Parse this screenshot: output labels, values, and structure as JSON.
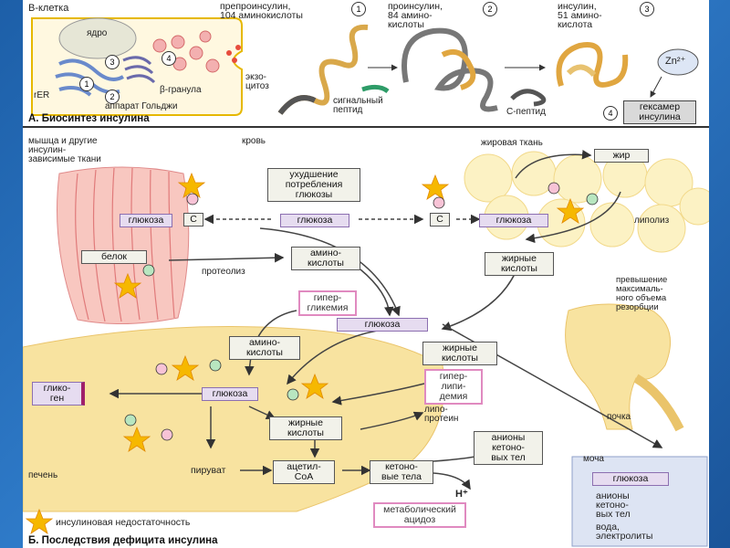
{
  "section_a": {
    "title": "А. Биосинтез инсулина",
    "b_cell": "В-клетка",
    "nucleus": "ядро",
    "rer": "rER",
    "golgi": "аппарат Гольджи",
    "beta_granule": "β-гранула",
    "exocytosis": "экзо-\nцитоз",
    "preproinsulin": "препроинсулин,\n104 аминокислоты",
    "proinsulin": "проинсулин,\n84 амино-\nкислоты",
    "insulin": "инсулин,\n51 амино-\nкислота",
    "signal_peptide": "сигнальный\nпептид",
    "c_peptide": "С-пептид",
    "zinc": "Zn²⁺",
    "hexamer": "гексамер\nинсулина",
    "steps": [
      "1",
      "2",
      "3",
      "4"
    ]
  },
  "section_b": {
    "title": "Б. Последствия дефицита инсулина",
    "muscle": "мышца и другие\nинсулин-\nзависимые ткани",
    "blood": "кровь",
    "fat_tissue": "жировая ткань",
    "impaired_uptake": "ухудшение\nпотребления\nглюкозы",
    "glucose": "глюкоза",
    "c_mark": "C",
    "protein": "белок",
    "proteolysis": "протеолиз",
    "amino_acids": "амино-\nкислоты",
    "fat": "жир",
    "lipolysis": "липолиз",
    "fatty_acids": "жирные\nкислоты",
    "hyperglycemia": "гипер-\nгликемия",
    "exceeding_resorption": "превышение\nмаксималь-\nного объема\nрезорбции",
    "glycogen": "глико-\nген",
    "hyperlipidemia": "гипер-\nлипи-\nдемия",
    "lipoprotein": "липо-\nпротеин",
    "kidney": "почка",
    "ketone_anions": "анионы\nкетоно-\nвых тел",
    "urine": "моча",
    "urine_items": [
      "глюкоза",
      "анионы\nкетоно-\nвых тел",
      "вода,\nэлектролиты"
    ],
    "pyruvate": "пируват",
    "acetyl_coa": "ацетил-\nCoA",
    "ketone_bodies": "кетоно-\nвые тела",
    "proton": "H⁺",
    "acidosis": "метаболический\nацидоз",
    "liver": "печень",
    "legend": "инсулиновая недостаточность",
    "plus": "+",
    "minus": "−"
  },
  "colors": {
    "slide_bg": "#2f7bc9",
    "tissue": "#f8e3a0",
    "muscle": "#f4a0a0",
    "purple": "#e6dcf0",
    "star": "#f6b800",
    "plus": "#2e9c48",
    "minus": "#d33c6a"
  }
}
